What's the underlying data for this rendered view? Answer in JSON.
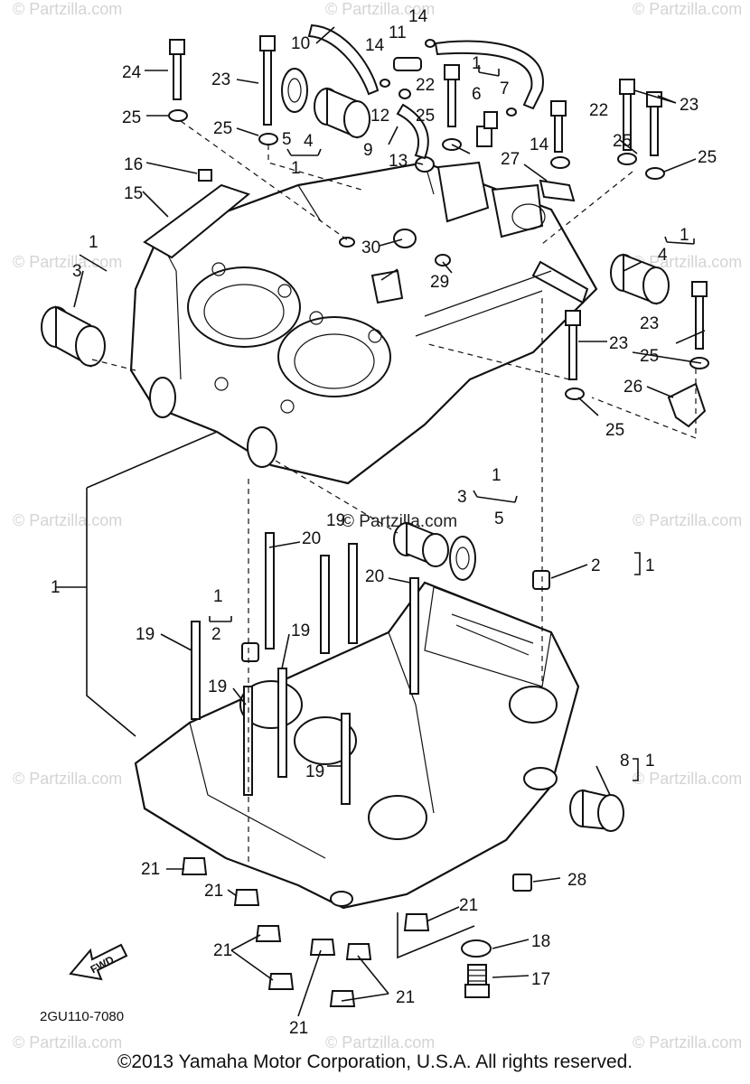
{
  "watermark": "© Partzilla.com",
  "center_watermark": "© Partzilla.com",
  "drawing_code": "2GU110-7080",
  "fwd_label": "FWD",
  "copyright": "©2013  Yamaha Motor Corporation, U.S.A. All rights reserved.",
  "callouts": {
    "c1a": "1",
    "c1b": "1",
    "c1c": "1",
    "c1d": "1",
    "c1e": "1",
    "c1f": "1",
    "c1g": "1",
    "c1h": "1",
    "c1i": "1",
    "c2a": "2",
    "c2b": "2",
    "c3a": "3",
    "c3b": "3",
    "c4a": "4",
    "c4b": "4",
    "c5a": "5",
    "c5b": "5",
    "c6": "6",
    "c7": "7",
    "c8": "8",
    "c9": "9",
    "c10": "10",
    "c11": "11",
    "c12": "12",
    "c13": "13",
    "c14a": "14",
    "c14b": "14",
    "c14c": "14",
    "c15": "15",
    "c16": "16",
    "c17": "17",
    "c18": "18",
    "c19a": "19",
    "c19b": "19",
    "c19c": "19",
    "c19d": "19",
    "c19e": "19",
    "c20a": "20",
    "c20b": "20",
    "c21a": "21",
    "c21b": "21",
    "c21c": "21",
    "c21d": "21",
    "c21e": "21",
    "c21f": "21",
    "c22a": "22",
    "c22b": "22",
    "c23a": "23",
    "c23b": "23",
    "c23c": "23",
    "c23d": "23",
    "c24": "24",
    "c25a": "25",
    "c25b": "25",
    "c25c": "25",
    "c25d": "25",
    "c25e": "25",
    "c25f": "25",
    "c25g": "25",
    "c26": "26",
    "c27": "27",
    "c28": "28",
    "c29": "29",
    "c30": "30"
  }
}
